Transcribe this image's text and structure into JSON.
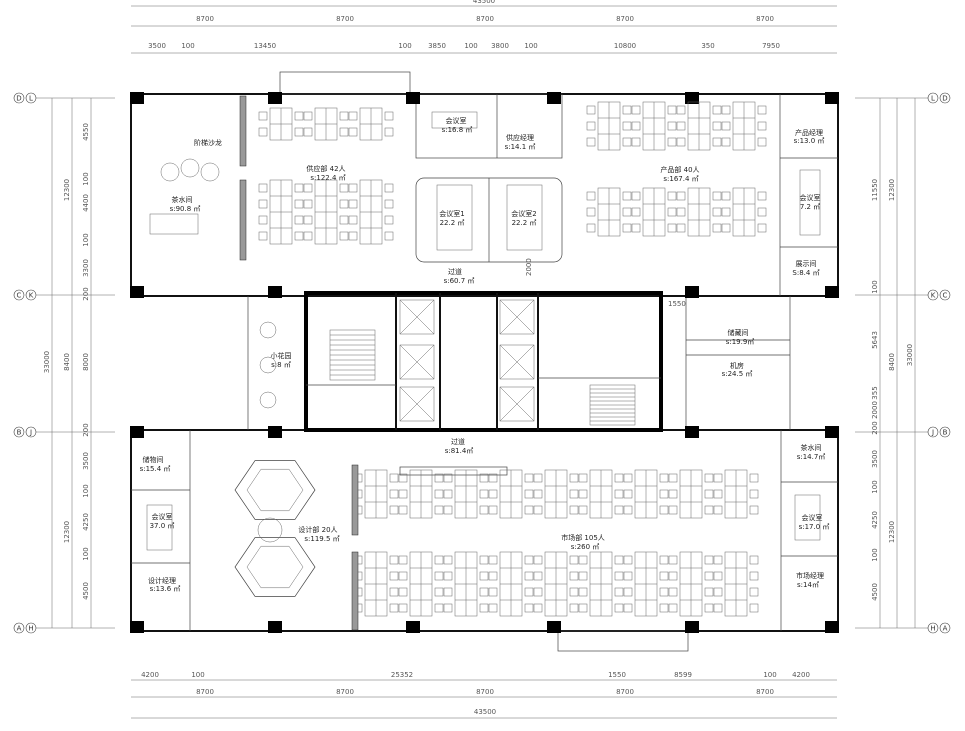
{
  "dimensions": {
    "top": {
      "total": "43500",
      "bays": [
        "8700",
        "8700",
        "8700",
        "8700",
        "8700"
      ],
      "detail": [
        "3500",
        "100",
        "13450",
        "100",
        "3850",
        "100",
        "3800",
        "100",
        "10800",
        "350",
        "7950"
      ]
    },
    "bottom": {
      "total": "43500",
      "bays": [
        "8700",
        "8700",
        "8700",
        "8700",
        "8700"
      ],
      "detail": [
        "4200",
        "100",
        "25352",
        "1550",
        "8599",
        "100",
        "4200"
      ]
    },
    "left": {
      "total": "33000",
      "bays": [
        "12300",
        "8400",
        "12300"
      ],
      "detail": [
        "4550",
        "100",
        "4400",
        "100",
        "3300",
        "200",
        "8000",
        "200",
        "3500",
        "100",
        "4250",
        "100",
        "4500"
      ]
    },
    "right": {
      "total": "33000",
      "bays": [
        "12300",
        "8400",
        "12300"
      ],
      "detail": [
        "11550",
        "100",
        "5643",
        "355",
        "2000",
        "200",
        "3500",
        "100",
        "4250",
        "100",
        "4500"
      ]
    },
    "inner": [
      "2000",
      "1550"
    ]
  },
  "axes": {
    "left": [
      [
        "D",
        "L"
      ],
      [
        "C",
        "K"
      ],
      [
        "B",
        "J"
      ],
      [
        "A",
        "H"
      ]
    ],
    "right": [
      [
        "L",
        "D"
      ],
      [
        "K",
        "C"
      ],
      [
        "J",
        "B"
      ],
      [
        "H",
        "A"
      ]
    ]
  },
  "rooms": [
    {
      "name": "阶梯沙龙",
      "area": ""
    },
    {
      "name": "茶水间",
      "area": "s:90.8 ㎡"
    },
    {
      "name": "供应部 42人",
      "area": "s:122.4 ㎡"
    },
    {
      "name": "会议室",
      "area": "s:16.8 ㎡"
    },
    {
      "name": "供应经理",
      "area": "s:14.1 ㎡"
    },
    {
      "name": "会议室1",
      "area": "22.2 ㎡"
    },
    {
      "name": "会议室2",
      "area": "22.2 ㎡"
    },
    {
      "name": "过道",
      "area": "s:60.7 ㎡"
    },
    {
      "name": "产品部 40人",
      "area": "s:167.4 ㎡"
    },
    {
      "name": "产品经理",
      "area": "s:13.0 ㎡"
    },
    {
      "name": "会议室",
      "area": "7.2 ㎡"
    },
    {
      "name": "展示间",
      "area": "S:8.4 ㎡"
    },
    {
      "name": "小花园",
      "area": "s:8 ㎡"
    },
    {
      "name": "储藏间",
      "area": "s:19.9㎡"
    },
    {
      "name": "机房",
      "area": "s:24.5 ㎡"
    },
    {
      "name": "过道",
      "area": "s:81.4㎡"
    },
    {
      "name": "储物间",
      "area": "s:15.4 ㎡"
    },
    {
      "name": "会议室",
      "area": "37.0 ㎡"
    },
    {
      "name": "设计经理",
      "area": "s:13.6 ㎡"
    },
    {
      "name": "设计部 20人",
      "area": "s:119.5 ㎡"
    },
    {
      "name": "市场部 105人",
      "area": "s:260 ㎡"
    },
    {
      "name": "茶水间",
      "area": "s:14.7㎡"
    },
    {
      "name": "会议室",
      "area": "s:17.0 ㎡"
    },
    {
      "name": "市场经理",
      "area": "s:14㎡"
    }
  ]
}
